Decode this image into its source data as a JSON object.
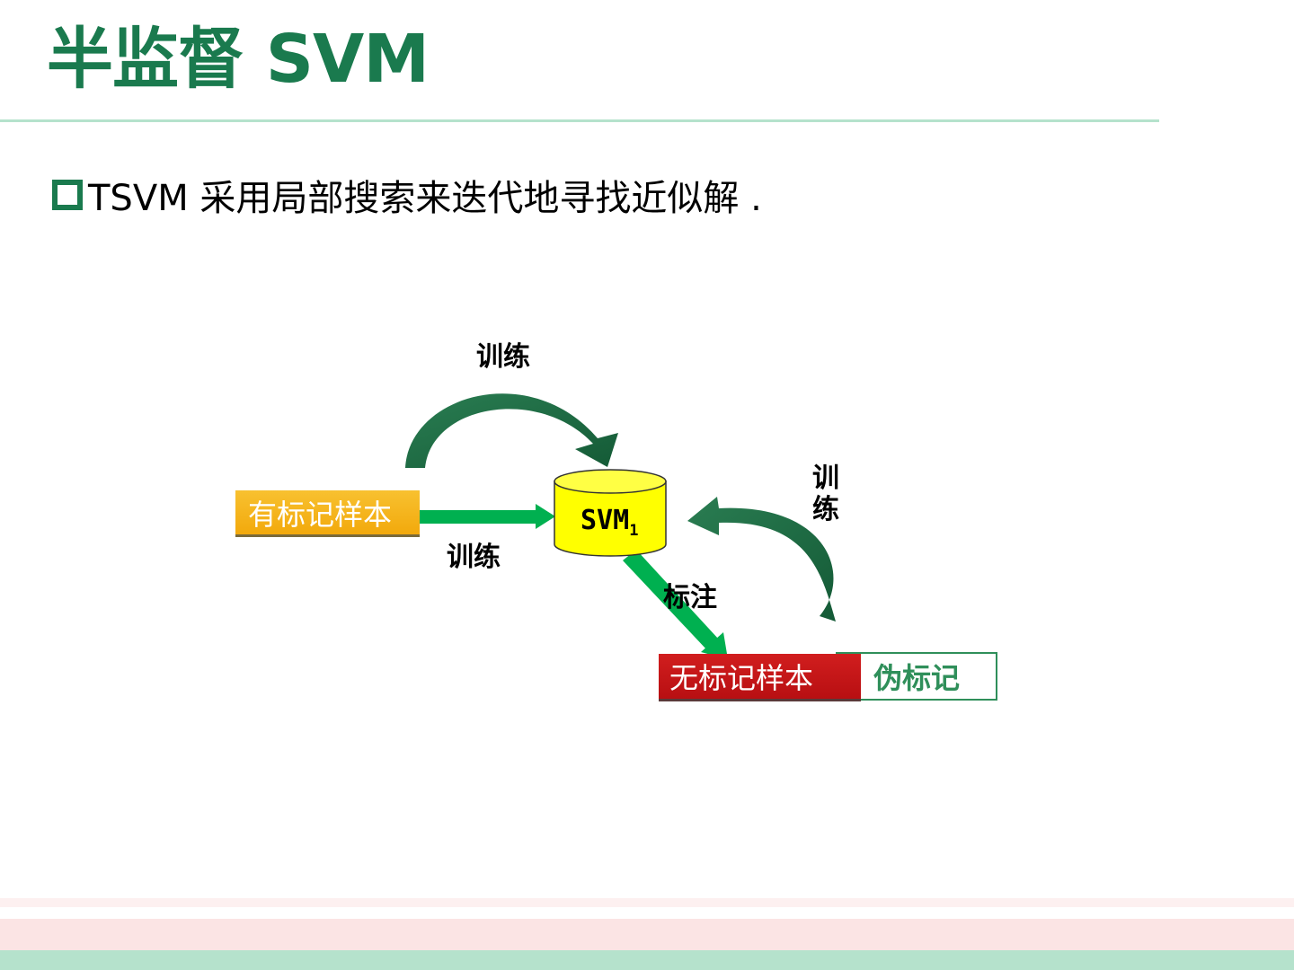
{
  "slide": {
    "title": "半监督 SVM",
    "bullet": "TSVM 采用局部搜索来迭代地寻找近似解 ."
  },
  "diagram": {
    "labeled_samples": "有标记样本",
    "unlabeled_samples": "无标记样本",
    "pseudo_labels": "伪标记",
    "model_name": "SVM",
    "model_subscript": "1",
    "train_top": "训练",
    "train_bottom": "训练",
    "train_right": "训\n练",
    "annotate": "标注"
  },
  "colors": {
    "title_green": "#1a7a4e",
    "arrow_green": "#00b050",
    "curve_arrow_dark_green": "#1f6b45",
    "cylinder_yellow": "#ffff00",
    "labeled_box": "#f5b21f",
    "unlabeled_box": "#c0161a",
    "footer_pink": "#fbe4e4",
    "footer_green": "#b5e2cc"
  }
}
